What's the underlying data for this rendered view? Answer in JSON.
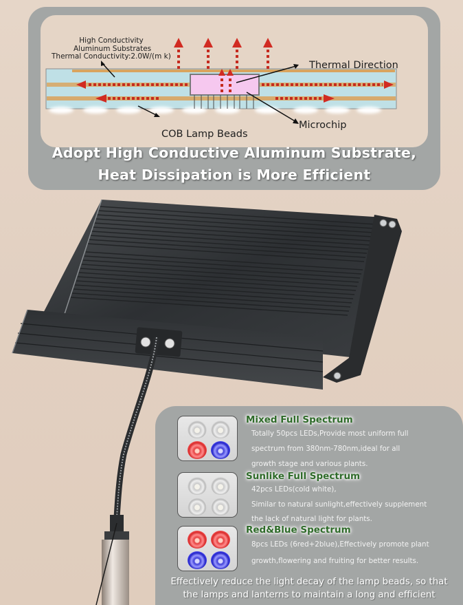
{
  "diagram": {
    "substrate_label_line1": "High Conductivity",
    "substrate_label_line2": "Aluminum Substrates",
    "thermal_conductivity": "Thermal Conductivity:2.0W/(m k)",
    "thermal_direction_label": "Thermal Direction",
    "microchip_label": "Microchip",
    "cob_label": "COB Lamp Beads",
    "colors": {
      "substrate": "#bfe0e6",
      "copper_layer": "#d9a45f",
      "arrow": "#d12b22",
      "chip": "#f6c8ef",
      "card_bg": "#e5d5c6",
      "panel_bg": "#a3a6a5"
    }
  },
  "headline": {
    "line1": "Adopt High Conductive Aluminum Substrate,",
    "line2": "Heat Dissipation is More Efficient"
  },
  "spectrums": [
    {
      "title": "Mixed Full Spectrum",
      "leds": [
        "white",
        "white",
        "red",
        "blue"
      ],
      "lines": [
        "Totally 50pcs LEDs,Provide most uniform full",
        "spectrum from 380nm-780nm,ideal for all",
        "growth stage and various plants."
      ]
    },
    {
      "title": "Sunlike Full Spectrum",
      "leds": [
        "white",
        "white",
        "white",
        "white"
      ],
      "lines": [
        "42pcs LEDs(cold white),",
        "Similar to natural sunlight,effectively supplement",
        " the lack of natural light for plants."
      ]
    },
    {
      "title": "Red&Blue Spectrum",
      "leds": [
        "red",
        "red",
        "blue",
        "blue"
      ],
      "lines": [
        "8pcs LEDs (6red+2blue),Effectively promote plant",
        "growth,flowering and fruiting for better results."
      ]
    }
  ],
  "footer": {
    "line1": "Effectively reduce the light decay of the lamp beads, so that",
    "line2": "the lamps and lanterns to maintain a long and efficient"
  },
  "colors": {
    "background": "#e4d3c4",
    "spectrum_title": "#2f6b2a",
    "heatsink": "#3a3d40"
  }
}
